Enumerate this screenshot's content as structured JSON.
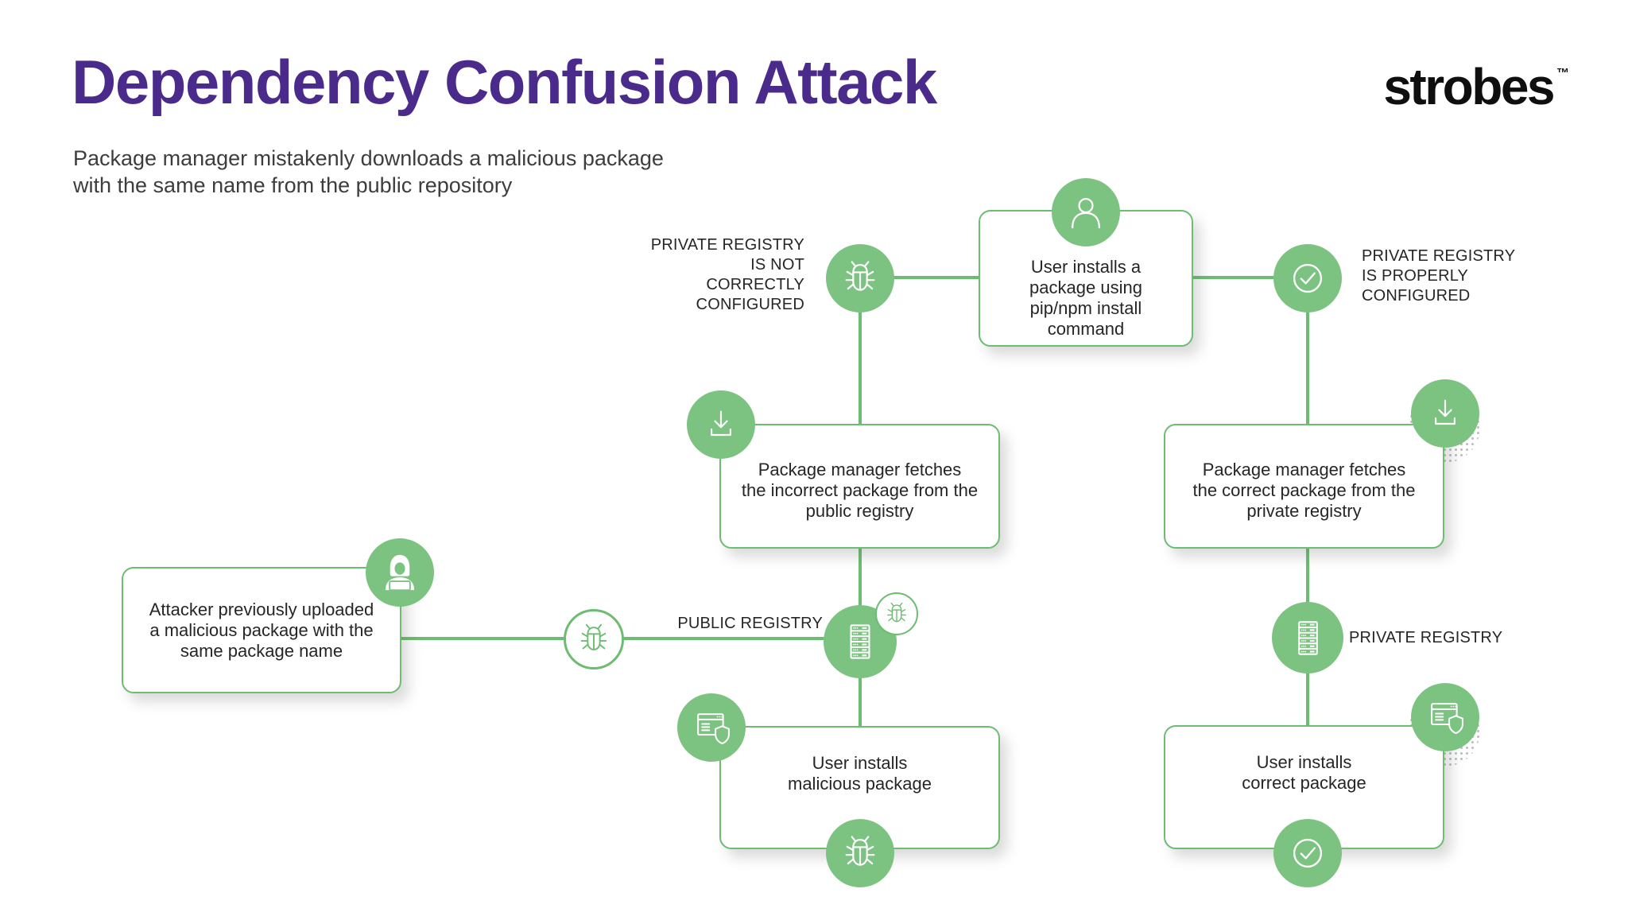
{
  "header": {
    "title": "Dependency Confusion Attack",
    "subtitle_lines": [
      "Package manager mistakenly downloads a malicious package",
      "with the same name from the public repository"
    ],
    "logo": {
      "text": "strobes",
      "tm": "™"
    }
  },
  "colors": {
    "accent_green_fill": "#7cc381",
    "accent_green_line": "#6cbd72",
    "title_purple": "#4a2b8c",
    "text_dark": "#262626",
    "background": "#ffffff"
  },
  "labels": {
    "private_not_configured": {
      "lines": [
        "PRIVATE REGISTRY",
        "IS NOT",
        "CORRECTLY",
        "CONFIGURED"
      ]
    },
    "private_properly_configured": {
      "lines": [
        "PRIVATE REGISTRY",
        "IS PROPERLY",
        "CONFIGURED"
      ]
    },
    "public_registry": "PUBLIC REGISTRY",
    "private_registry": "PRIVATE REGISTRY"
  },
  "nodes": {
    "user_install_command": {
      "lines": [
        "User installs a",
        "package using",
        "pip/npm install",
        "command"
      ],
      "icon": "user-icon"
    },
    "fetch_incorrect": {
      "lines": [
        "Package manager fetches",
        "the incorrect package from the",
        "public registry"
      ],
      "icon": "download-icon"
    },
    "fetch_correct": {
      "lines": [
        "Package manager fetches",
        "the correct package from the",
        "private registry"
      ],
      "icon": "download-icon"
    },
    "attacker_upload": {
      "lines": [
        "Attacker previously uploaded",
        "a malicious package with the",
        "same package name"
      ],
      "icon": "hacker-icon"
    },
    "install_malicious": {
      "lines": [
        "User installs",
        "malicious package"
      ],
      "icon": "browser-shield-icon"
    },
    "install_correct": {
      "lines": [
        "User installs",
        "correct package"
      ],
      "icon": "browser-shield-icon"
    }
  },
  "icons": {
    "user-icon": "person outline in green circle",
    "bug-icon": "bug outline (malicious step marker)",
    "check-icon": "checkmark in circle (correct step marker)",
    "download-icon": "download arrow into tray",
    "server-icon": "registry server rack",
    "hacker-icon": "hooded attacker with laptop",
    "browser-shield-icon": "browser window with security shield"
  }
}
